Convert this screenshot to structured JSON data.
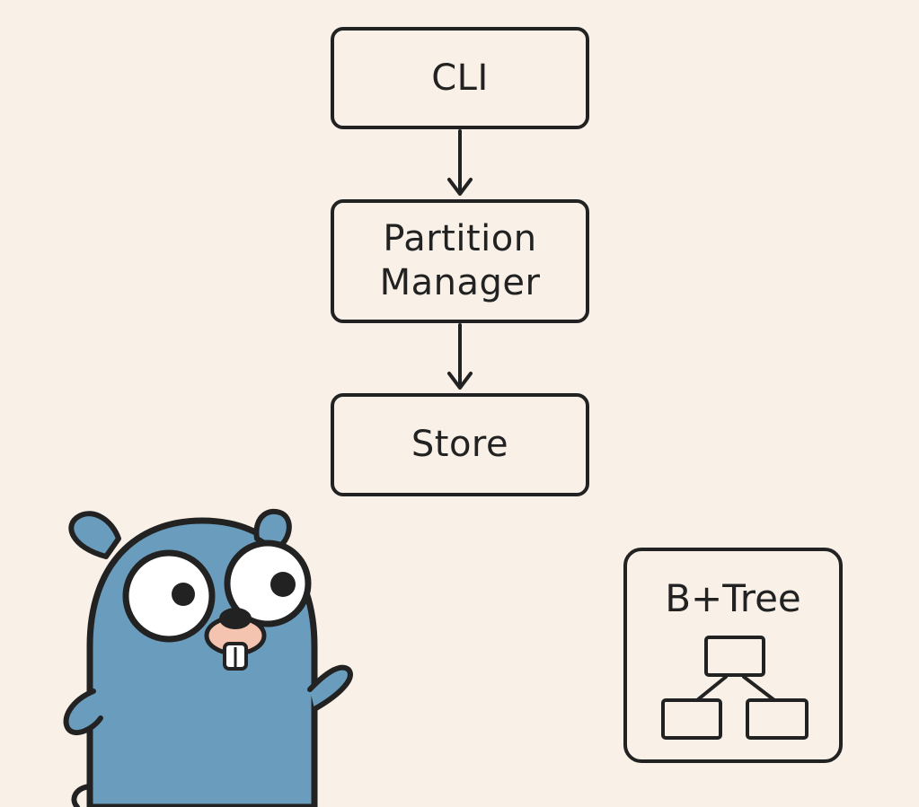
{
  "diagram": {
    "nodes": [
      {
        "id": "cli",
        "label": "CLI"
      },
      {
        "id": "partition-manager",
        "label": "Partition\nManager"
      },
      {
        "id": "store",
        "label": "Store"
      }
    ],
    "edges": [
      {
        "from": "cli",
        "to": "partition-manager"
      },
      {
        "from": "partition-manager",
        "to": "store"
      }
    ]
  },
  "btree_card": {
    "title": "B+Tree",
    "icon": "tree-structure-icon"
  },
  "mascot": {
    "icon": "gopher-mascot-icon"
  },
  "colors": {
    "background": "#f9f1e7",
    "stroke": "#222222",
    "gopher_body": "#6a9dbd",
    "gopher_muzzle": "#f5c4b0"
  }
}
